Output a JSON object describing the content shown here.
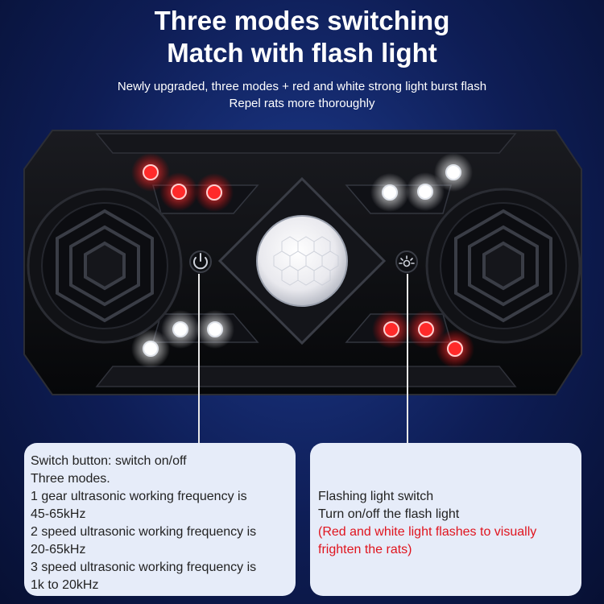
{
  "header": {
    "title_line1": "Three modes switching",
    "title_line2": "Match with flash light",
    "subtitle_line1": "Newly upgraded, three modes + red and white strong light burst flash",
    "subtitle_line2": "Repel rats more thoroughly"
  },
  "device": {
    "power_icon": "power-icon",
    "flash_icon": "flash-light-icon",
    "colors": {
      "red_led": "#ff2a2a",
      "white_led": "#ffffff",
      "body": "#0b0c10"
    }
  },
  "callouts": {
    "left": {
      "lines": [
        "Switch button: switch on/off",
        "Three modes.",
        "1 gear ultrasonic working frequency is",
        "45-65kHz",
        "2 speed ultrasonic working frequency is",
        "20-65kHz",
        "3 speed ultrasonic working frequency is",
        "1k to 20kHz"
      ]
    },
    "right": {
      "line1": "Flashing light switch",
      "line2": "Turn on/off the flash light",
      "note": "(Red and white light flashes to visually frighten the rats)"
    }
  }
}
